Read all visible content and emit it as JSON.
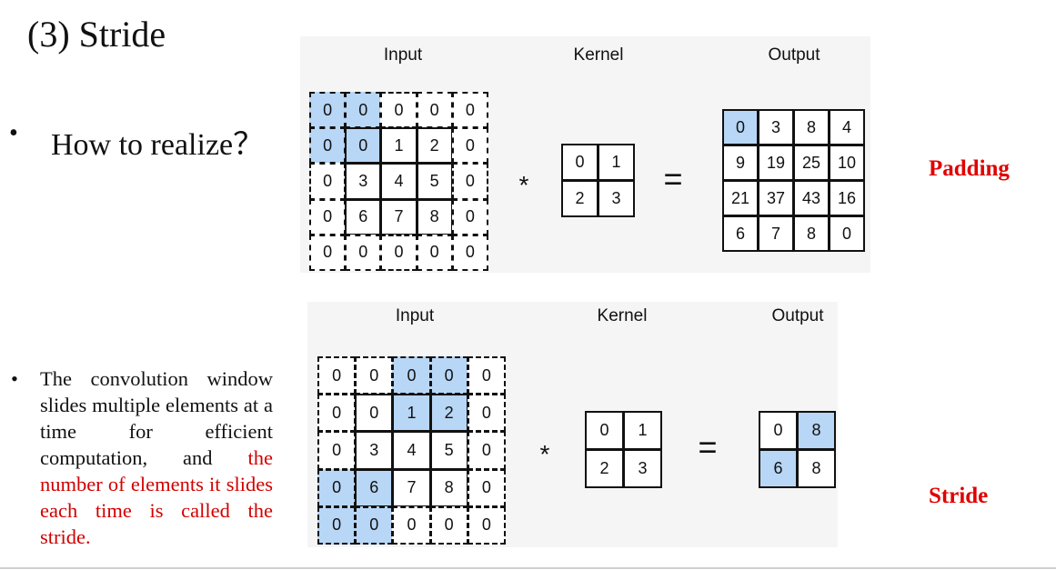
{
  "title": "(3)  Stride",
  "bullet1": {
    "dot": "•",
    "text": "How to realize？"
  },
  "paragraph": {
    "dot": "•",
    "black": "The convolution window slides multiple elements at a time for efficient computation, and ",
    "red": "the number of elements it slides each time is called the stride."
  },
  "labels": {
    "padding": "Padding",
    "stride": "Stride"
  },
  "padding_panel": {
    "input_label": "Input",
    "kernel_label": "Kernel",
    "output_label": "Output",
    "star": "*",
    "equals": "=",
    "input": [
      [
        "0",
        "0",
        "0",
        "0",
        "0"
      ],
      [
        "0",
        "0",
        "1",
        "2",
        "0"
      ],
      [
        "0",
        "3",
        "4",
        "5",
        "0"
      ],
      [
        "0",
        "6",
        "7",
        "8",
        "0"
      ],
      [
        "0",
        "0",
        "0",
        "0",
        "0"
      ]
    ],
    "input_highlight": [
      [
        0,
        0
      ],
      [
        0,
        1
      ],
      [
        1,
        0
      ],
      [
        1,
        1
      ]
    ],
    "kernel": [
      [
        "0",
        "1"
      ],
      [
        "2",
        "3"
      ]
    ],
    "output": [
      [
        "0",
        "3",
        "8",
        "4"
      ],
      [
        "9",
        "19",
        "25",
        "10"
      ],
      [
        "21",
        "37",
        "43",
        "16"
      ],
      [
        "6",
        "7",
        "8",
        "0"
      ]
    ],
    "output_highlight": [
      [
        0,
        0
      ]
    ]
  },
  "stride_panel": {
    "input_label": "Input",
    "kernel_label": "Kernel",
    "output_label": "Output",
    "star": "*",
    "equals": "=",
    "input": [
      [
        "0",
        "0",
        "0",
        "0",
        "0"
      ],
      [
        "0",
        "0",
        "1",
        "2",
        "0"
      ],
      [
        "0",
        "3",
        "4",
        "5",
        "0"
      ],
      [
        "0",
        "6",
        "7",
        "8",
        "0"
      ],
      [
        "0",
        "0",
        "0",
        "0",
        "0"
      ]
    ],
    "input_highlight": [
      [
        0,
        2
      ],
      [
        0,
        3
      ],
      [
        1,
        2
      ],
      [
        1,
        3
      ],
      [
        3,
        0
      ],
      [
        3,
        1
      ],
      [
        4,
        0
      ],
      [
        4,
        1
      ]
    ],
    "kernel": [
      [
        "0",
        "1"
      ],
      [
        "2",
        "3"
      ]
    ],
    "output": [
      [
        "0",
        "8"
      ],
      [
        "6",
        "8"
      ]
    ],
    "output_highlight": [
      [
        0,
        1
      ],
      [
        1,
        0
      ]
    ]
  }
}
